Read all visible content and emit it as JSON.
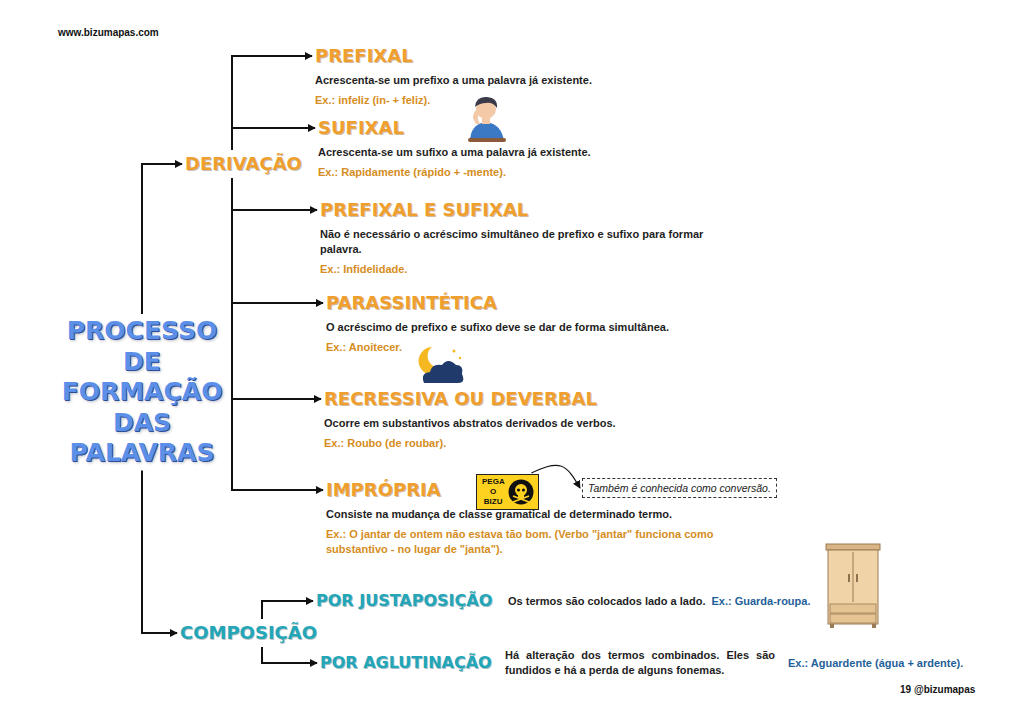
{
  "diagram": {
    "nodes": [
      {
        "text": [
          "PROCESSO DE FORMAÇÃO DAS PALAVRAS"
        ]
      },
      {
        "text": [
          "DERIVAÇÃO"
        ]
      },
      {
        "text": [
          "PREFIXAL",
          "Acrescenta-se um prefixo a uma palavra já existente.",
          "Ex.: infeliz (in- + feliz)."
        ]
      },
      {
        "text": [
          "SUFIXAL",
          "Acrescenta-se um sufixo a uma palavra já existente.",
          "Ex.: Rapidamente (rápido + -mente)."
        ]
      },
      {
        "text": [
          "PREFIXAL E SUFIXAL",
          "Não é necessário o acréscimo simultâneo de prefixo e sufixo para formar palavra.",
          "Ex.: Infidelidade."
        ]
      },
      {
        "text": [
          "PARASSINTÉTICA",
          "O acréscimo de prefixo e sufixo deve se dar de forma simultânea.",
          "Ex.: Anoitecer."
        ]
      },
      {
        "text": [
          "RECRESSIVA OU DEVERBAL",
          "Ocorre em substantivos abstratos derivados de verbos.",
          "Ex.: Roubo (de roubar)."
        ]
      },
      {
        "text": [
          "IMPRÓPRIA",
          "Consiste na mudança de classe gramatical de determinado termo.",
          "Ex.: O jantar de ontem não estava tão bom. (Verbo \"jantar\" funciona como substantivo - no lugar de \"janta\")."
        ]
      },
      {
        "text": [
          "PEGA O BIZU"
        ]
      },
      {
        "text": [
          "Também é conhecida como conversão."
        ]
      },
      {
        "text": [
          "COMPOSIÇÃO"
        ]
      },
      {
        "text": [
          "POR JUSTAPOSIÇÃO",
          "Os termos são colocados lado a lado.",
          "Ex.: Guarda-roupa."
        ]
      },
      {
        "text": [
          "POR AGLUTINAÇÃO",
          "Há alteração dos termos combinados. Eles são fundidos e há a perda de alguns fonemas.",
          "Ex.: Aguardente (água + ardente)."
        ]
      }
    ],
    "edges": [
      {
        "from": 0,
        "to": 1,
        "arrow": "to"
      },
      {
        "from": 0,
        "to": 10,
        "arrow": "to"
      },
      {
        "from": 1,
        "to": 2,
        "arrow": "to"
      },
      {
        "from": 1,
        "to": 3,
        "arrow": "to"
      },
      {
        "from": 1,
        "to": 4,
        "arrow": "to"
      },
      {
        "from": 1,
        "to": 5,
        "arrow": "to"
      },
      {
        "from": 1,
        "to": 6,
        "arrow": "to"
      },
      {
        "from": 1,
        "to": 7,
        "arrow": "to"
      },
      {
        "from": 8,
        "to": 9,
        "arrow": "to"
      },
      {
        "from": 10,
        "to": 11,
        "arrow": "to"
      },
      {
        "from": 10,
        "to": 12,
        "arrow": "to"
      }
    ],
    "labels": [
      "www.bizumapas.com",
      "19 @bizumapas"
    ]
  }
}
